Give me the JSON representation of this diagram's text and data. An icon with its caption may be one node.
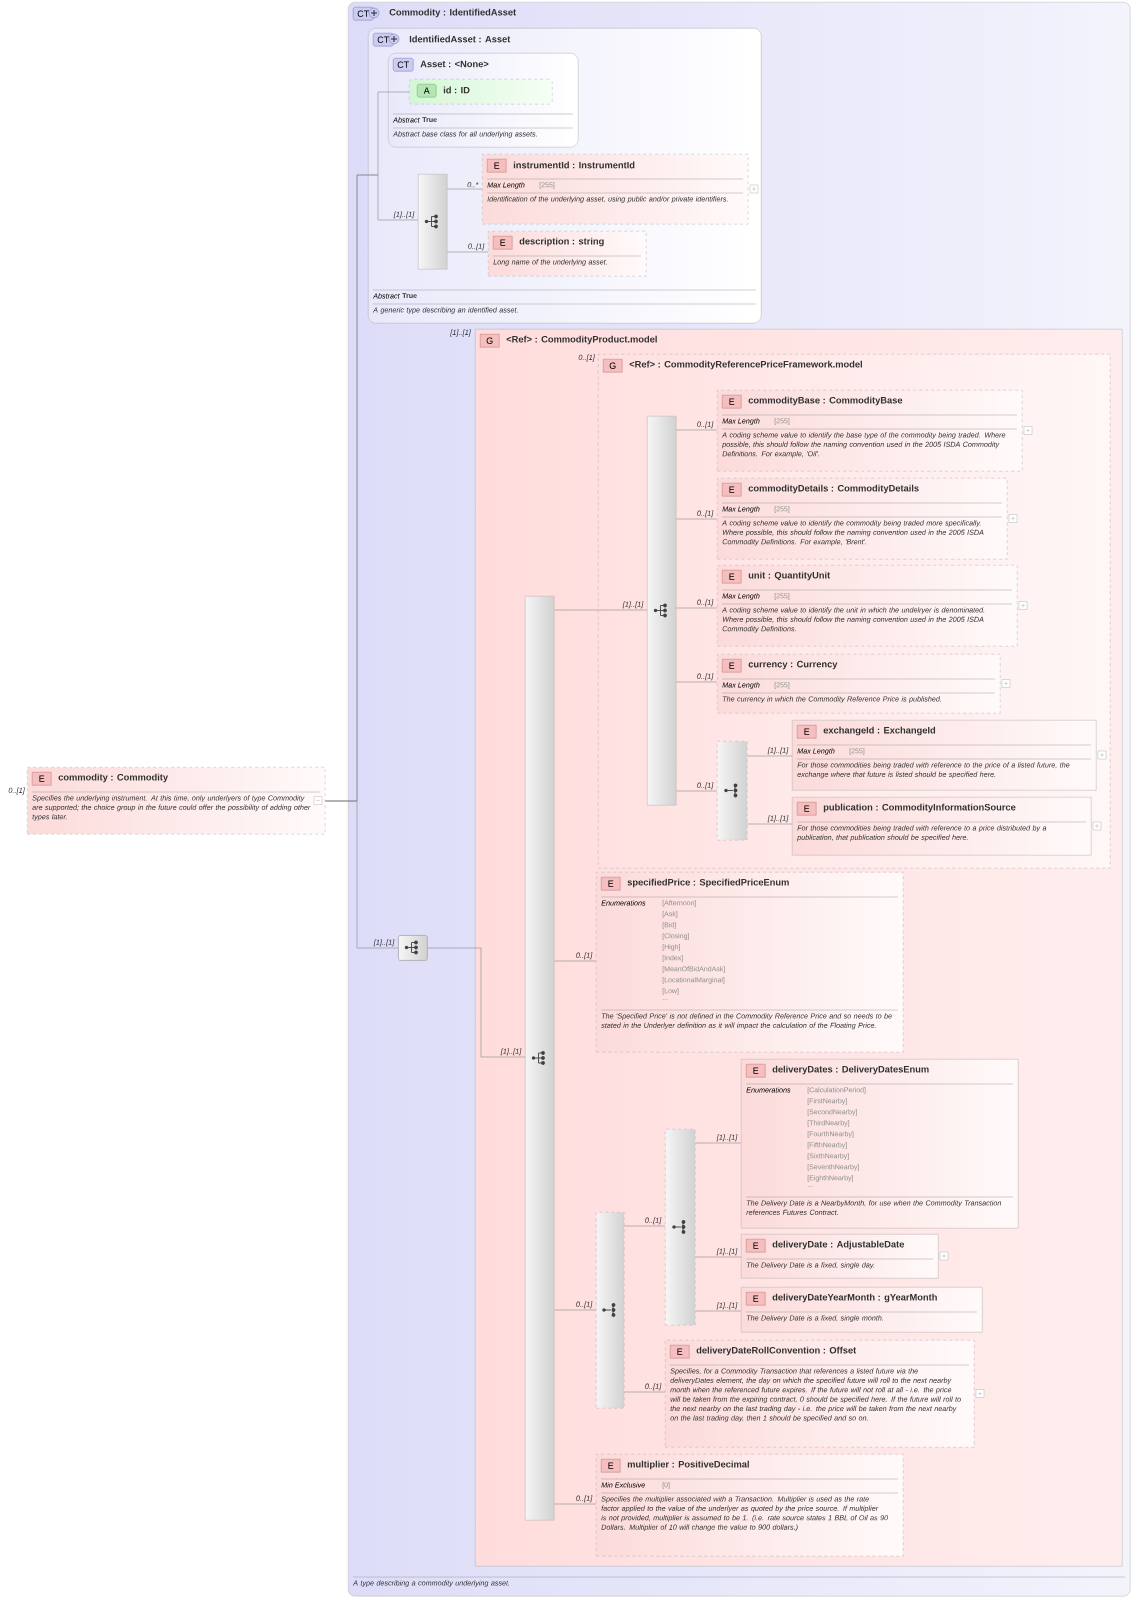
{
  "diagram": {
    "nodes": [
      {
        "text": [
          "E",
          "commodity : Commodity",
          "Specifies the underlying instrument. At this time, only underlyers of type Commodity are supported; the choice group in the future could offer the possibility of adding other types later."
        ],
        "beside": [
          "0..[1]"
        ]
      },
      {
        "text": [
          "CT",
          "Commodity : IdentifiedAsset",
          "A type describing a commodity underlying asset."
        ]
      },
      {
        "text": [
          "CT",
          "IdentifiedAsset : Asset",
          "Abstract",
          "True",
          "A generic type describing an identified asset."
        ],
        "in": 1
      },
      {
        "text": [
          "CT",
          "Asset : <None>",
          "Abstract",
          "True",
          "Abstract base class for all underlying assets."
        ],
        "in": 2
      },
      {
        "text": [
          "A",
          "id : ID"
        ],
        "in": 3
      },
      {
        "text": [],
        "shape": "bar",
        "in": 2
      },
      {
        "text": [
          "E",
          "instrumentId : InstrumentId",
          "Max Length",
          "[255]",
          "Identification of the underlying asset, using public and/or private identifiers."
        ],
        "in": 2
      },
      {
        "text": [
          "E",
          "description : string",
          "Long name of the underlying asset."
        ],
        "in": 2
      },
      {
        "text": [],
        "shape": "box",
        "in": 1
      },
      {
        "text": [
          "G",
          "<Ref> : CommodityProduct.model"
        ],
        "in": 1,
        "beside": [
          "[1]..[1]"
        ]
      },
      {
        "text": [],
        "shape": "bar",
        "in": 9
      },
      {
        "text": [
          "G",
          "<Ref> : CommodityReferencePriceFramework.model"
        ],
        "in": 9,
        "beside": [
          "0..[1]"
        ]
      },
      {
        "text": [],
        "shape": "bar",
        "in": 11
      },
      {
        "text": [
          "E",
          "commodityBase : CommodityBase",
          "Max Length",
          "[255]",
          "A coding scheme value to identify the base type of the commodity being traded. Where possible, this should follow the naming convention used in the 2005 ISDA Commodity Definitions. For example, 'Oil'."
        ],
        "in": 11
      },
      {
        "text": [
          "E",
          "commodityDetails : CommodityDetails",
          "Max Length",
          "[255]",
          "A coding scheme value to identify the commodity being traded more specifically. Where possible, this should follow the naming convention used in the 2005 ISDA Commodity Definitions. For example, 'Brent'."
        ],
        "in": 11
      },
      {
        "text": [
          "E",
          "unit : QuantityUnit",
          "Max Length",
          "[255]",
          "A coding scheme value to identify the unit in which the undelryer is denominated. Where possible, this should follow the naming convention used in the 2005 ISDA Commodity Definitions."
        ],
        "in": 11
      },
      {
        "text": [
          "E",
          "currency : Currency",
          "Max Length",
          "[255]",
          "The currency in which the Commodity Reference Price is published."
        ],
        "in": 11
      },
      {
        "text": [],
        "shape": "bar",
        "in": 11
      },
      {
        "text": [
          "E",
          "exchangeId : ExchangeId",
          "Max Length",
          "[255]",
          "For those commodities being traded with reference to the price of a listed future, the exchange where that future is listed should be specified here."
        ],
        "in": 11
      },
      {
        "text": [
          "E",
          "publication : CommodityInformationSource",
          "For those commodities being traded with reference to a price distributed by a publication, that publication should be specified here."
        ],
        "in": 11
      },
      {
        "text": [
          "E",
          "specifiedPrice : SpecifiedPriceEnum",
          "Enumerations",
          "[Afternoon]",
          "[Ask]",
          "[Bid]",
          "[Closing]",
          "[High]",
          "[Index]",
          "[MeanOfBidAndAsk]",
          "[LocationalMarginal]",
          "[Low]",
          "...",
          "The 'Specified Price' is not defined in the Commodity Reference Price and so needs to be stated in the Underlyer definition as it will impact the calculation of the Floating Price."
        ],
        "in": 9
      },
      {
        "text": [],
        "shape": "bar",
        "in": 9
      },
      {
        "text": [],
        "shape": "bar",
        "in": 9
      },
      {
        "text": [
          "E",
          "deliveryDates : DeliveryDatesEnum",
          "Enumerations",
          "[CalculationPeriod]",
          "[FirstNearby]",
          "[SecondNearby]",
          "[ThirdNearby]",
          "[FourthNearby]",
          "[FifthNearby]",
          "[SixthNearby]",
          "[SeventhNearby]",
          "[EighthNearby]",
          "...",
          "The Delivery Date is a NearbyMonth, for use when the Commodity Transaction references Futures Contract."
        ],
        "in": 9
      },
      {
        "text": [
          "E",
          "deliveryDate : AdjustableDate",
          "The Delivery Date is a fixed, single day."
        ],
        "in": 9
      },
      {
        "text": [
          "E",
          "deliveryDateYearMonth : gYearMonth",
          "The Delivery Date is a fixed, single month."
        ],
        "in": 9
      },
      {
        "text": [
          "E",
          "deliveryDateRollConvention : Offset",
          "Specifies, for a Commodity Transaction that references a listed future via the deliveryDates element, the day on which the specified future will roll to the next nearby month when the referenced future expires. If the future will not roll at all - i.e. the price will be taken from the expiring contract, 0 should be specified here. If the future will roll to the next nearby on the last trading day - i.e. the price will be taken from the next nearby on the last trading day, then 1 should be specified and so on."
        ],
        "in": 9
      },
      {
        "text": [
          "E",
          "multiplier : PositiveDecimal",
          "Min Exclusive",
          "[0]",
          "Specifies the multiplier associated with a Transaction. Multiplier is used as the rate factor applied to the value of the underlyer as quoted by the price source. If multiplier is not provided, multiplier is assumed to be 1. (i.e. rate source states 1 BBL of Oil as 90 Dollars. Multiplier of 10 will change the value to 900 dollars.)"
        ],
        "in": 9
      }
    ],
    "edges": [
      {
        "from": 0,
        "to": 4,
        "arrow": "none"
      },
      {
        "from": 0,
        "to": 5,
        "arrow": "none",
        "label": "[1]..[1]"
      },
      {
        "from": 0,
        "to": 8,
        "arrow": "none",
        "label": "[1]..[1]"
      },
      {
        "from": 5,
        "to": 6,
        "arrow": "none",
        "label": "0..*"
      },
      {
        "from": 5,
        "to": 7,
        "arrow": "none",
        "label": "0..[1]"
      },
      {
        "from": 8,
        "to": 10,
        "arrow": "none",
        "label": "[1]..[1]"
      },
      {
        "from": 10,
        "to": 12,
        "arrow": "none",
        "label": "[1]..[1]"
      },
      {
        "from": 12,
        "to": 13,
        "arrow": "none",
        "label": "0..[1]"
      },
      {
        "from": 12,
        "to": 14,
        "arrow": "none",
        "label": "0..[1]"
      },
      {
        "from": 12,
        "to": 15,
        "arrow": "none",
        "label": "0..[1]"
      },
      {
        "from": 12,
        "to": 16,
        "arrow": "none",
        "label": "0..[1]"
      },
      {
        "from": 12,
        "to": 17,
        "arrow": "none",
        "label": "0..[1]"
      },
      {
        "from": 17,
        "to": 18,
        "arrow": "none",
        "label": "[1]..[1]"
      },
      {
        "from": 17,
        "to": 19,
        "arrow": "none",
        "label": "[1]..[1]"
      },
      {
        "from": 10,
        "to": 20,
        "arrow": "none",
        "label": "0..[1]"
      },
      {
        "from": 10,
        "to": 21,
        "arrow": "none",
        "label": "0..[1]"
      },
      {
        "from": 21,
        "to": 22,
        "arrow": "none",
        "label": "0..[1]"
      },
      {
        "from": 22,
        "to": 23,
        "arrow": "none",
        "label": "[1]..[1]"
      },
      {
        "from": 22,
        "to": 24,
        "arrow": "none",
        "label": "[1]..[1]"
      },
      {
        "from": 22,
        "to": 25,
        "arrow": "none",
        "label": "[1]..[1]"
      },
      {
        "from": 21,
        "to": 26,
        "arrow": "none",
        "label": "0..[1]"
      },
      {
        "from": 10,
        "to": 27,
        "arrow": "none",
        "label": "0..[1]"
      }
    ]
  }
}
